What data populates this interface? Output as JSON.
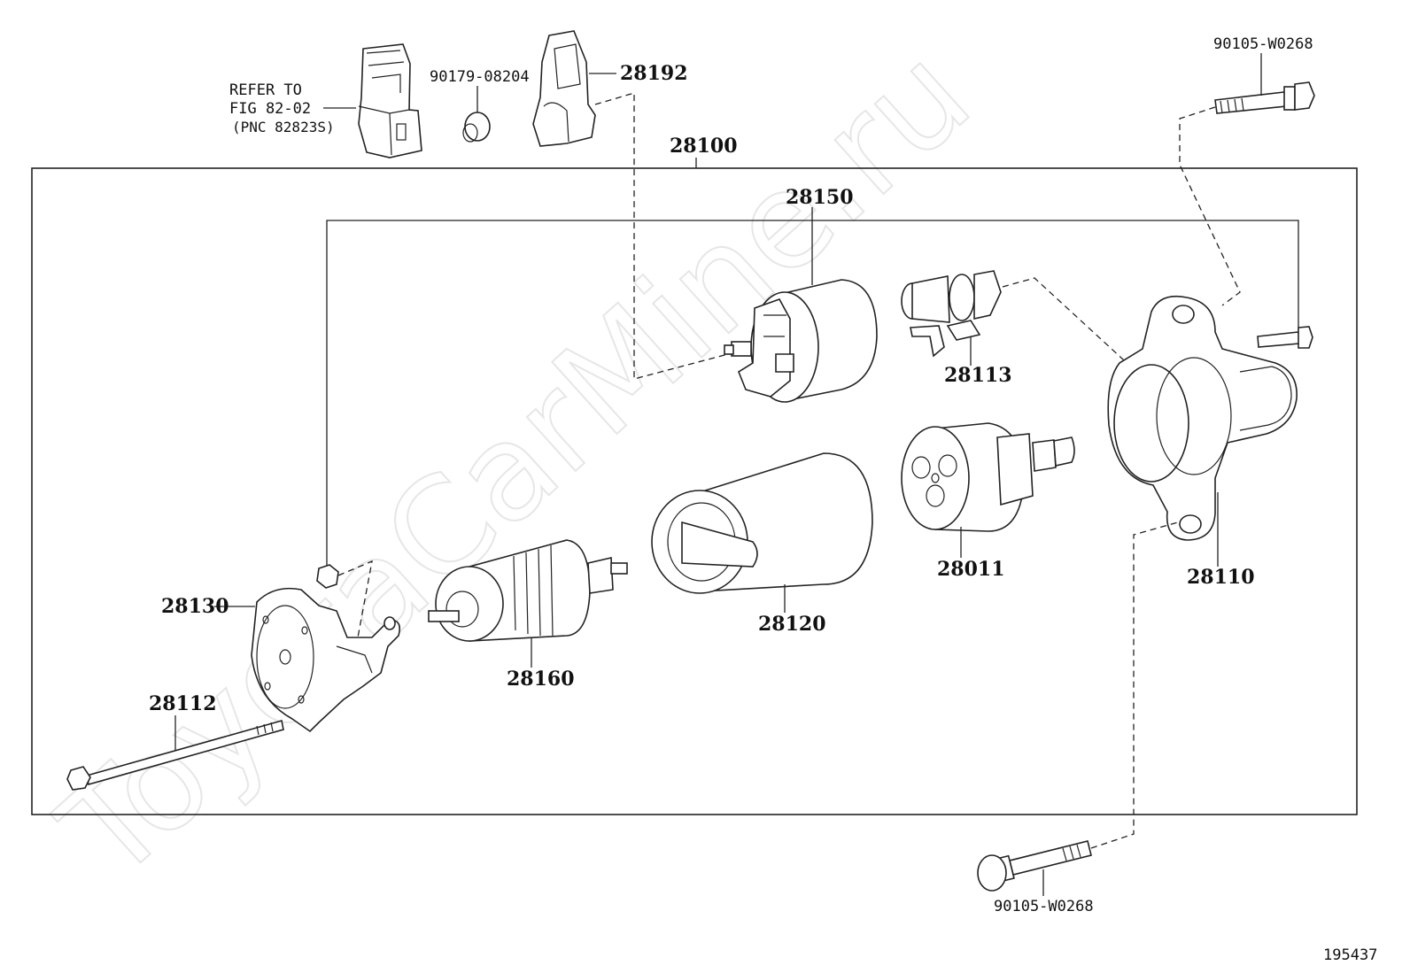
{
  "diagram": {
    "assembly_number": "28100",
    "figure_number": "195437",
    "watermark": "ToyotaCarMine.ru",
    "reference_note": {
      "line1": "REFER TO",
      "line2": "FIG 82-02",
      "line3": "(PNC 82823S)"
    },
    "parts": {
      "p90179": "90179-08204",
      "p28192": "28192",
      "p90105_top": "90105-W0268",
      "p28150": "28150",
      "p28113": "28113",
      "p28130": "28130",
      "p28160": "28160",
      "p28120": "28120",
      "p28011": "28011",
      "p28110": "28110",
      "p28112": "28112",
      "p90105_bottom": "90105-W0268"
    }
  }
}
